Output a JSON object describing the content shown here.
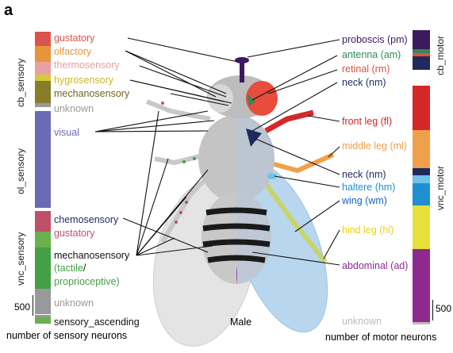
{
  "panel_letter": "a",
  "center_label": "Male",
  "left_axis": {
    "groups": {
      "cb": "cb_sensory",
      "ol": "ol_sensory",
      "vnc": "vnc_sensory"
    },
    "scale_value": "500",
    "footer": "number of sensory neurons"
  },
  "right_axis": {
    "groups": {
      "cb": "cb_motor",
      "vnc": "vnc_motor"
    },
    "scale_value": "500",
    "footer": "number of motor neurons"
  },
  "left_labels": {
    "gustatory": "gustatory",
    "olfactory": "olfactory",
    "thermosensory": "thermosensory",
    "hygrosensory": "hygrosensory",
    "mechanosensory": "mechanosensory",
    "unknown_cb": "unknown",
    "visual": "visual",
    "chemosensory": "chemosensory",
    "gustatory_vnc": "gustatory",
    "mechanosensory_vnc": "mechanosensory",
    "tactile": "tactile",
    "proprioceptive": "proprioceptive",
    "unknown_vnc": "unknown",
    "sensory_ascending": "sensory_ascending"
  },
  "right_labels": {
    "proboscis": "proboscis (pm)",
    "antenna": "antenna (am)",
    "retinal": "retinal (rm)",
    "neck_top": "neck (nm)",
    "front_leg": "front leg (fl)",
    "middle_leg": "middle leg (ml)",
    "neck_mid": "neck (nm)",
    "haltere": "haltere (hm)",
    "wing": "wing (wm)",
    "hind_leg": "hind leg (hl)",
    "abdominal": "abdominal (ad)",
    "unknown": "unknown"
  },
  "colors": {
    "gustatory": "#d9534f",
    "olfactory": "#e8943a",
    "thermosensory": "#e8a0a0",
    "hygrosensory": "#d7c83a",
    "mechanosensory": "#8a7d2a",
    "unknown": "#999999",
    "visual": "#6b6bb5",
    "chemosensory": "#1f2a5c",
    "gustatory_vnc": "#c0506a",
    "tactile": "#6ab04c",
    "proprioceptive": "#43a047",
    "proboscis": "#3d1a5e",
    "antenna": "#2e8b57",
    "retinal": "#e74c3c",
    "neck": "#1f2a5c",
    "front_leg": "#d62728",
    "middle_leg": "#f0a04b",
    "haltere": "#1f8fcf",
    "wing": "#1565c0",
    "hind_leg": "#e6e03a",
    "abdominal": "#8e2a8e"
  }
}
